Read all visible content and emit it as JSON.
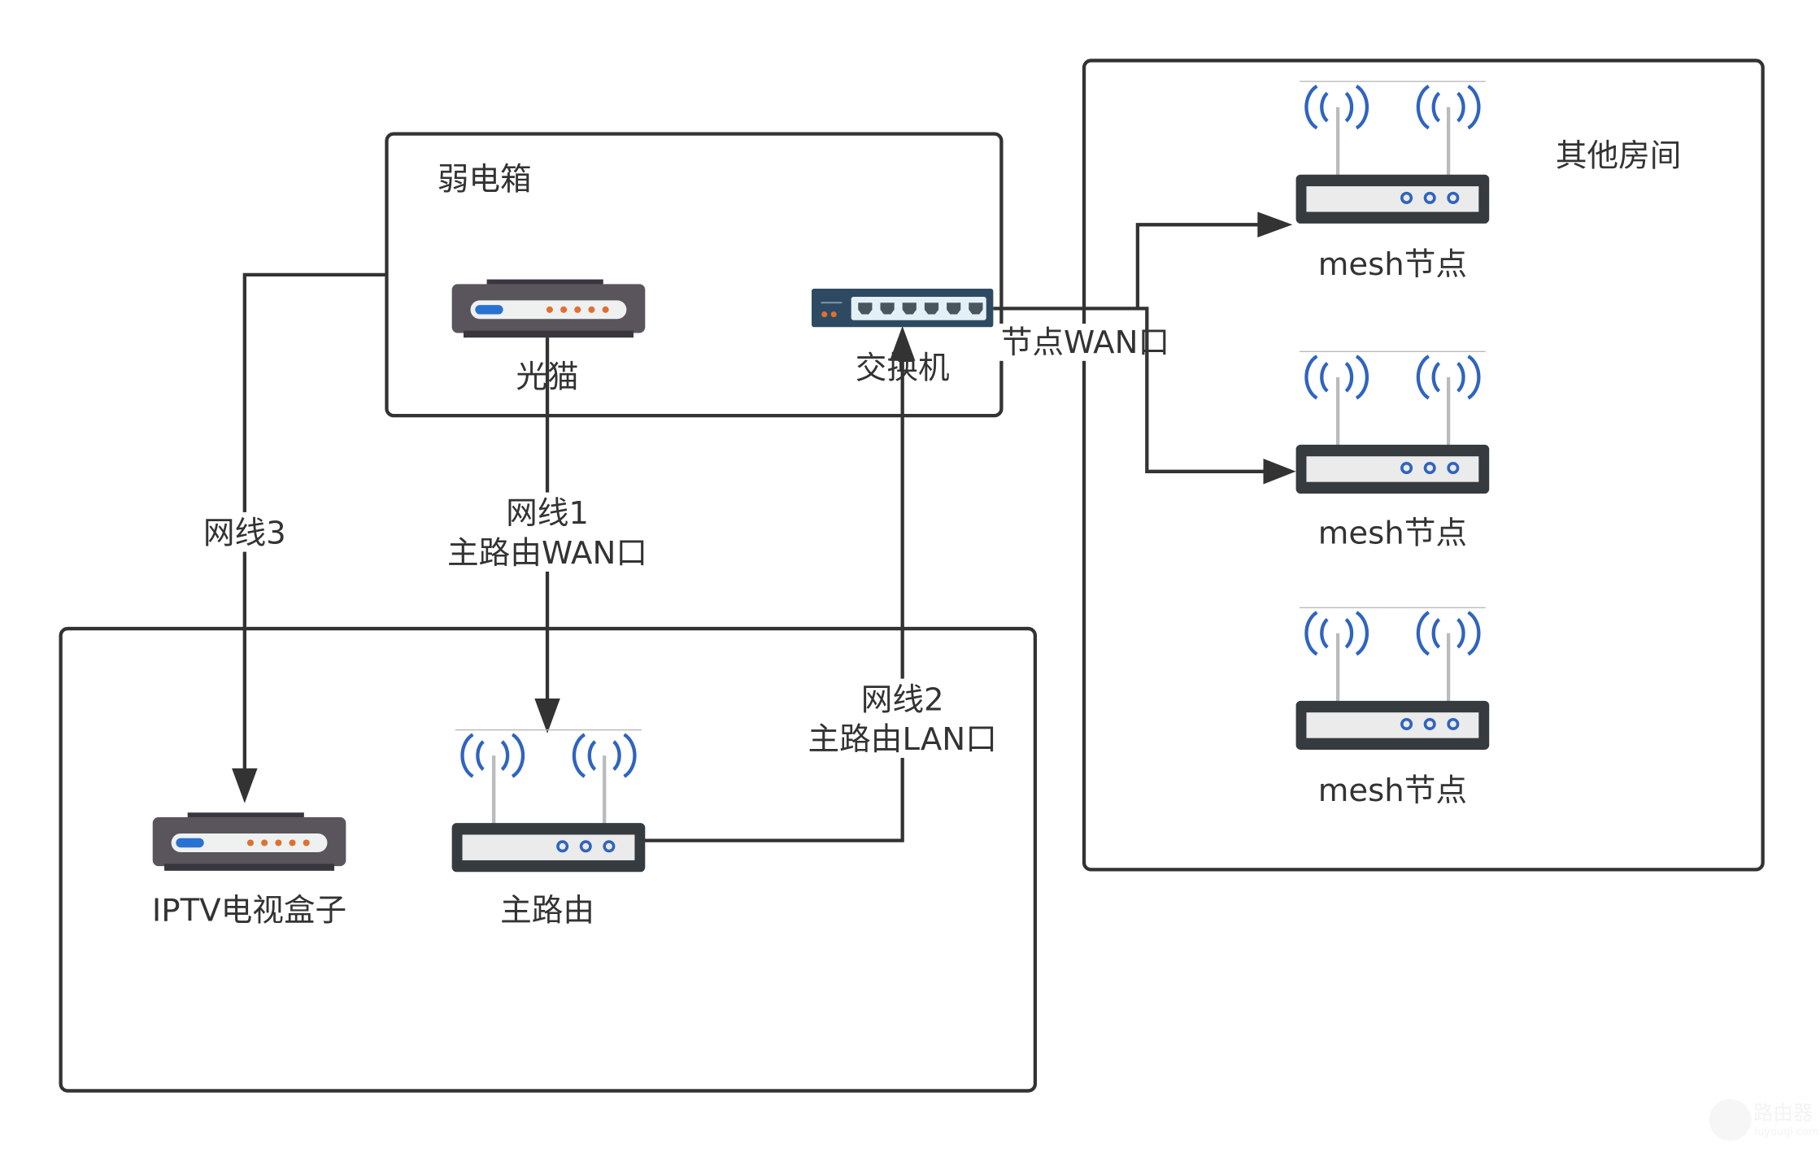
{
  "groups": {
    "weak_box": "弱电箱",
    "other_rooms": "其他房间"
  },
  "devices": {
    "optical_modem": "光猫",
    "switch": "交换机",
    "iptv_box": "IPTV电视盒子",
    "main_router": "主路由",
    "mesh_nodes": [
      "mesh节点",
      "mesh节点",
      "mesh节点"
    ]
  },
  "links": {
    "cable1": [
      "网线1",
      "主路由WAN口"
    ],
    "cable2": [
      "网线2",
      "主路由LAN口"
    ],
    "cable3": "网线3",
    "node_wan": "节点WAN口"
  },
  "watermark": {
    "title": "路由器",
    "site": "luyouqi.com"
  },
  "colors": {
    "line": "#333333",
    "wifi": "#2f64c0",
    "modem": "#5a555d",
    "switch": "#2e4a62",
    "led_orange": "#e07030"
  }
}
